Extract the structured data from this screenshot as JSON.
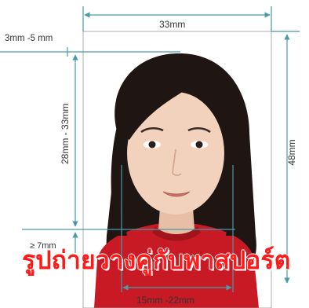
{
  "labels": {
    "photo_width": "33mm",
    "photo_height": "48mm",
    "head_top_margin": "3mm -5 mm",
    "head_height": "28mm - 33mm",
    "chin_margin": "≥ 7mm",
    "face_width": "15mm -22mm"
  },
  "caption": "รูปถ่ายวางคู่กับพาสปอร์ต",
  "colors": {
    "measure_line": "#4a9aa8",
    "caption": "#ff1a1a",
    "hair": "#1f1512",
    "skin": "#f2d2bd",
    "shirt": "#c81a24"
  }
}
